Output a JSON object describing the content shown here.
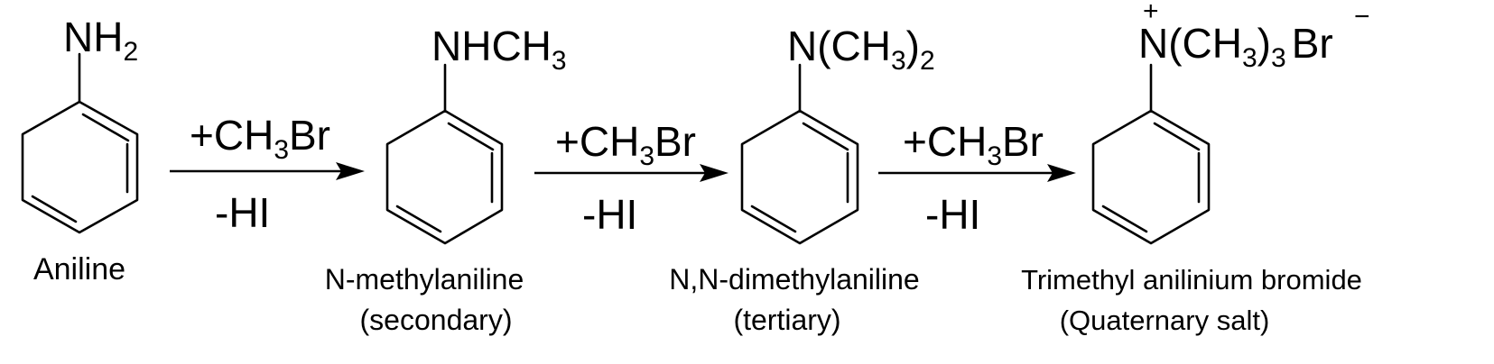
{
  "species": [
    {
      "substituent": {
        "main": "NH",
        "sub": "2",
        "tail": ""
      },
      "name_line1": "Aniline",
      "name_line2": ""
    },
    {
      "substituent": {
        "main": "NHCH",
        "sub": "3",
        "tail": ""
      },
      "name_line1": "N-methylaniline",
      "name_line2": "(secondary)"
    },
    {
      "substituent": {
        "main": "N(CH",
        "sub": "3",
        "tail": ")",
        "sub2": "2"
      },
      "name_line1": "N,N-dimethylaniline",
      "name_line2": "(tertiary)"
    },
    {
      "substituent": {
        "plus": "+",
        "main": "N(CH",
        "sub": "3",
        "tail": ")",
        "sub2": "3",
        "anion": "Br",
        "minus": "−"
      },
      "name_line1": "Trimethyl anilinium bromide",
      "name_line2": "(Quaternary salt)"
    }
  ],
  "arrows": [
    {
      "reagent_prefix": "+CH",
      "reagent_sub": "3",
      "reagent_suffix": "Br",
      "byproduct": "-HI"
    },
    {
      "reagent_prefix": "+CH",
      "reagent_sub": "3",
      "reagent_suffix": "Br",
      "byproduct": "-HI"
    },
    {
      "reagent_prefix": "+CH",
      "reagent_sub": "3",
      "reagent_suffix": "Br",
      "byproduct": "-HI"
    }
  ]
}
